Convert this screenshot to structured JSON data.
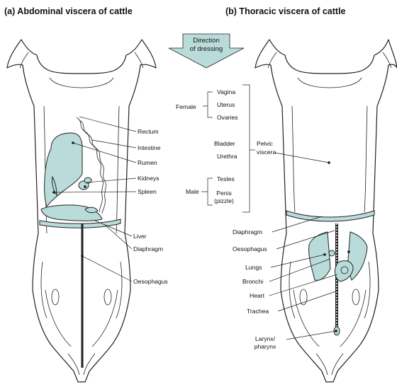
{
  "titles": {
    "left": "(a) Abdominal viscera of cattle",
    "right": "(b) Thoracic viscera of cattle"
  },
  "arrow": {
    "line1": "Direction",
    "line2": "of dressing"
  },
  "left_labels": {
    "rectum": "Rectum",
    "intestine": "Intestine",
    "rumen": "Rumen",
    "kidneys": "Kidneys",
    "spleen": "Spleen",
    "liver": "Liver",
    "diaphragm": "Diaphragm",
    "oesophagus": "Oesophagus"
  },
  "pelvic": {
    "female": "Female",
    "female_items": [
      "Vagina",
      "Uterus",
      "Ovaries"
    ],
    "bladder": "Bladder",
    "urethra": "Urethra",
    "male": "Male",
    "testes": "Testes",
    "penis_line1": "Penis",
    "penis_line2": "(pizzle)",
    "viscera_line1": "Pelvic",
    "viscera_line2": "viscera"
  },
  "right_labels": {
    "diaphragm": "Diaphragm",
    "oesophagus": "Oesophagus",
    "lungs": "Lungs",
    "bronchi": "Bronchi",
    "heart": "Heart",
    "trachea": "Trachea",
    "larynx_line1": "Larynx/",
    "larynx_line2": "pharynx"
  },
  "colors": {
    "organ_fill": "#b9dcdb",
    "arrow_fill": "#b9dcdb",
    "line": "#222222"
  }
}
